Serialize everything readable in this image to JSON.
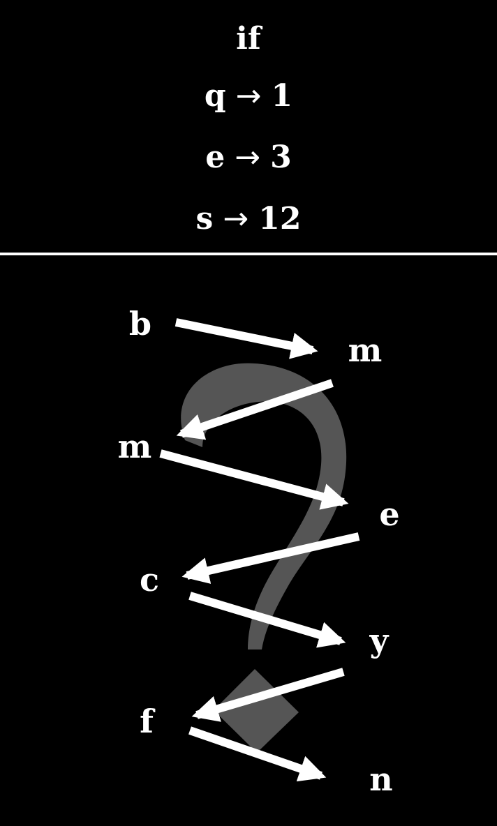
{
  "header": {
    "title": "if",
    "rules": [
      {
        "from": "q",
        "arrow": "→",
        "to": "1"
      },
      {
        "from": "e",
        "arrow": "→",
        "to": "3"
      },
      {
        "from": "s",
        "arrow": "→",
        "to": "12"
      }
    ]
  },
  "puzzle": {
    "sequence": [
      "b",
      "m",
      "m",
      "e",
      "c",
      "y",
      "f",
      "n"
    ],
    "mystery_icon": "question-mark-icon",
    "colors": {
      "background": "#000000",
      "foreground": "#ffffff",
      "mystery_overlay": "#555555"
    }
  }
}
